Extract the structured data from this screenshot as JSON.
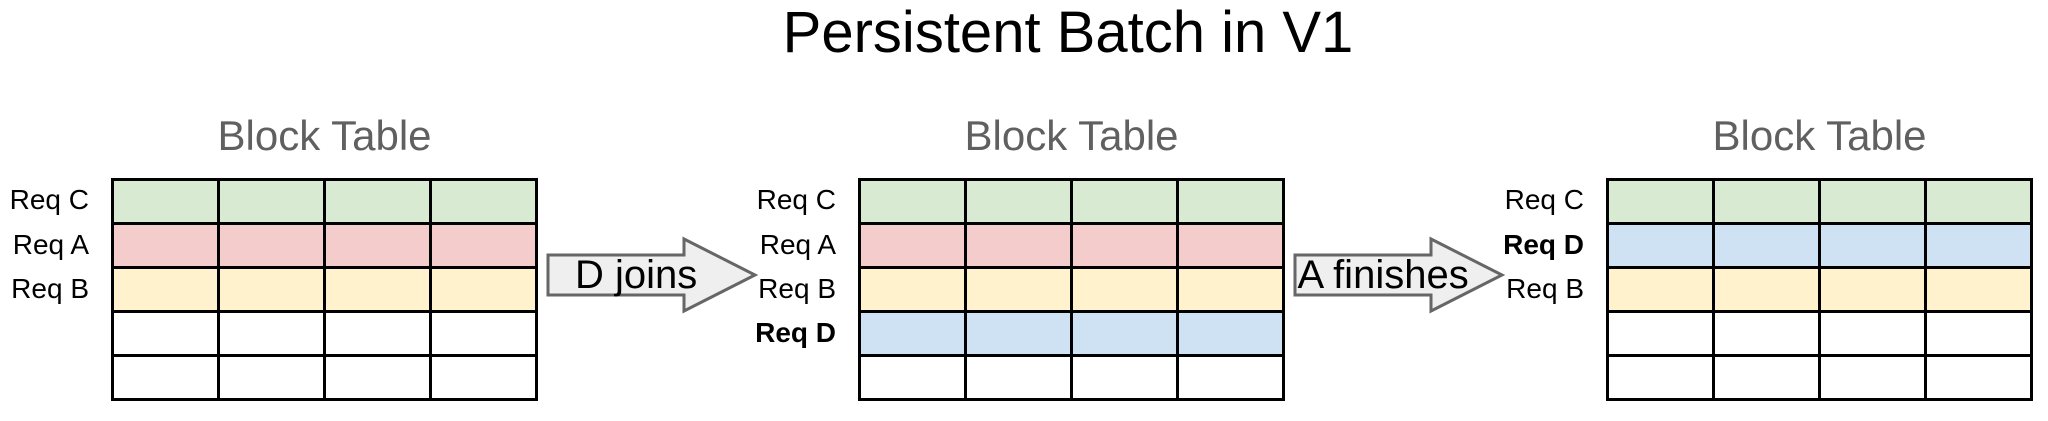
{
  "title": "Persistent Batch in V1",
  "colors": {
    "green": "#d9ead3",
    "red": "#f4cccc",
    "yellow": "#fff2cc",
    "blue": "#cfe2f3",
    "white": "#ffffff",
    "grid_border": "#000000",
    "heading_gray": "#606060",
    "arrow_fill": "#efefef",
    "arrow_border": "#666666"
  },
  "arrows": [
    {
      "label": "D joins"
    },
    {
      "label": "A finishes"
    }
  ],
  "tables": [
    {
      "heading": "Block Table",
      "columns": 4,
      "rows": [
        {
          "label": "Req C",
          "bold": false,
          "color": "green"
        },
        {
          "label": "Req A",
          "bold": false,
          "color": "red"
        },
        {
          "label": "Req B",
          "bold": false,
          "color": "yellow"
        },
        {
          "label": "",
          "bold": false,
          "color": "white"
        },
        {
          "label": "",
          "bold": false,
          "color": "white"
        }
      ]
    },
    {
      "heading": "Block Table",
      "columns": 4,
      "rows": [
        {
          "label": "Req C",
          "bold": false,
          "color": "green"
        },
        {
          "label": "Req A",
          "bold": false,
          "color": "red"
        },
        {
          "label": "Req B",
          "bold": false,
          "color": "yellow"
        },
        {
          "label": "Req D",
          "bold": true,
          "color": "blue"
        },
        {
          "label": "",
          "bold": false,
          "color": "white"
        }
      ]
    },
    {
      "heading": "Block Table",
      "columns": 4,
      "rows": [
        {
          "label": "Req C",
          "bold": false,
          "color": "green"
        },
        {
          "label": "Req D",
          "bold": true,
          "color": "blue"
        },
        {
          "label": "Req B",
          "bold": false,
          "color": "yellow"
        },
        {
          "label": "",
          "bold": false,
          "color": "white"
        },
        {
          "label": "",
          "bold": false,
          "color": "white"
        }
      ]
    }
  ]
}
